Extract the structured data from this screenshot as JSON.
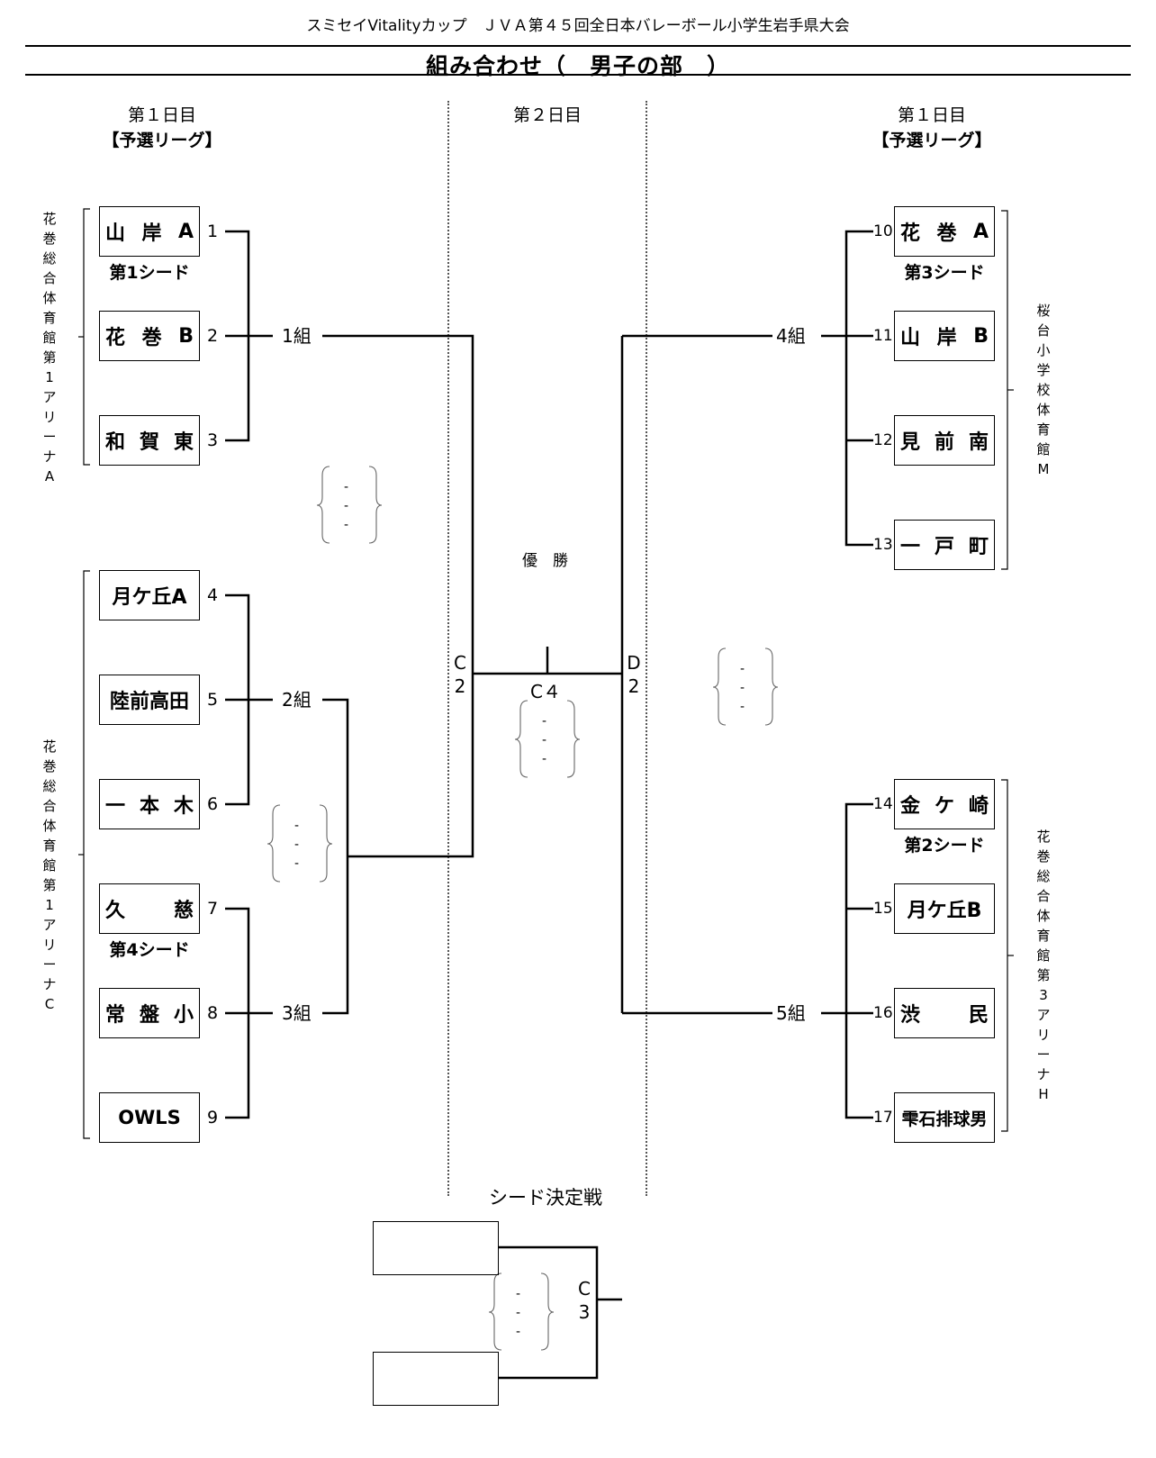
{
  "header": "スミセイVitalityカップ　ＪＶＡ第４５回全日本バレーボール小学生岩手県大会",
  "title": "組み合わせ（　男子の部　）",
  "days": {
    "left_day": "第１日目",
    "left_sub": "【予選リーグ】",
    "center_day": "第２日目",
    "right_day": "第１日目",
    "right_sub": "【予選リーグ】"
  },
  "teams": [
    {
      "no": "1",
      "name": [
        "山",
        "岸",
        "A"
      ]
    },
    {
      "no": "2",
      "name": [
        "花",
        "巻",
        "B"
      ]
    },
    {
      "no": "3",
      "name": [
        "和",
        "賀",
        "東"
      ]
    },
    {
      "no": "4",
      "name": [
        "月ケ丘A"
      ]
    },
    {
      "no": "5",
      "name": [
        "陸前高田"
      ]
    },
    {
      "no": "6",
      "name": [
        "一",
        "本",
        "木"
      ]
    },
    {
      "no": "7",
      "name": [
        "久",
        "慈"
      ]
    },
    {
      "no": "8",
      "name": [
        "常",
        "盤",
        "小"
      ]
    },
    {
      "no": "9",
      "name": [
        "OWLS"
      ]
    },
    {
      "no": "10",
      "name": [
        "花",
        "巻",
        "A"
      ]
    },
    {
      "no": "11",
      "name": [
        "山",
        "岸",
        "B"
      ]
    },
    {
      "no": "12",
      "name": [
        "見",
        "前",
        "南"
      ]
    },
    {
      "no": "13",
      "name": [
        "一",
        "戸",
        "町"
      ]
    },
    {
      "no": "14",
      "name": [
        "金",
        "ケ",
        "崎"
      ]
    },
    {
      "no": "15",
      "name": [
        "月ケ丘B"
      ]
    },
    {
      "no": "16",
      "name": [
        "渋",
        "民"
      ]
    },
    {
      "no": "17",
      "name": [
        "雫石排球男"
      ]
    }
  ],
  "seeds": [
    "第1シード",
    "第4シード",
    "第3シード",
    "第2シード"
  ],
  "groups": [
    "1組",
    "2組",
    "3組",
    "4組",
    "5組"
  ],
  "venues": {
    "left_top": "花巻総合体育館第1アリーナA",
    "left_bottom": "花巻総合体育館第1アリーナC",
    "right_top": "桜台小学校体育館M",
    "right_bottom": "花巻総合体育館第3アリーナH"
  },
  "final": {
    "champion": "優　勝",
    "c2": "C 2",
    "d2": "D 2",
    "c4": "C４",
    "seed_match": "シード決定戦",
    "c3": "C 3"
  },
  "score_dash": "-"
}
